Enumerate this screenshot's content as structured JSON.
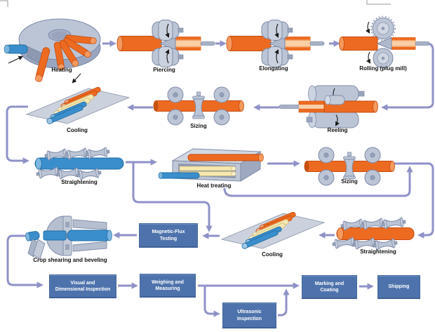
{
  "diagram": {
    "stage_labels": {
      "heating": "Heating",
      "piercing": "Piercing",
      "elongating": "Elongating",
      "rolling_plug_mill": "Rolling (plug mill)",
      "reeling": "Reeling",
      "sizing_1": "Sizing",
      "cooling_1": "Cooling",
      "straightening_1": "Straightening",
      "heat_treating": "Heat treating",
      "sizing_2": "Sizing",
      "straightening_2": "Straightening",
      "cooling_2": "Cooling",
      "crop_shearing": "Crop shearing and beveling"
    },
    "process_boxes": {
      "magnetic_flux": {
        "line1": "Magnetic-Flux",
        "line2": "Testing"
      },
      "visual": {
        "line1": "Visual and",
        "line2": "Dimensional Inspection"
      },
      "weighing": {
        "line1": "Weighing and",
        "line2": "Measuring"
      },
      "ultrasonic": {
        "line1": "Ultrasonic",
        "line2": "Inspection"
      },
      "marking": {
        "line1": "Marking and",
        "line2": "Coating"
      },
      "shipping": {
        "label": "Shipping"
      }
    },
    "colors": {
      "arrow": "#8f92c8",
      "process_box": "#4e73ac",
      "process_box_text": "#ffffff",
      "hot_pipe_orange": "#ed6b21",
      "cold_pipe_blue": "#3b8ecc",
      "warm_pipe_yellow": "#f6e8b0",
      "machinery_steel": "#bcc5d6",
      "label_text": "#111111"
    }
  }
}
